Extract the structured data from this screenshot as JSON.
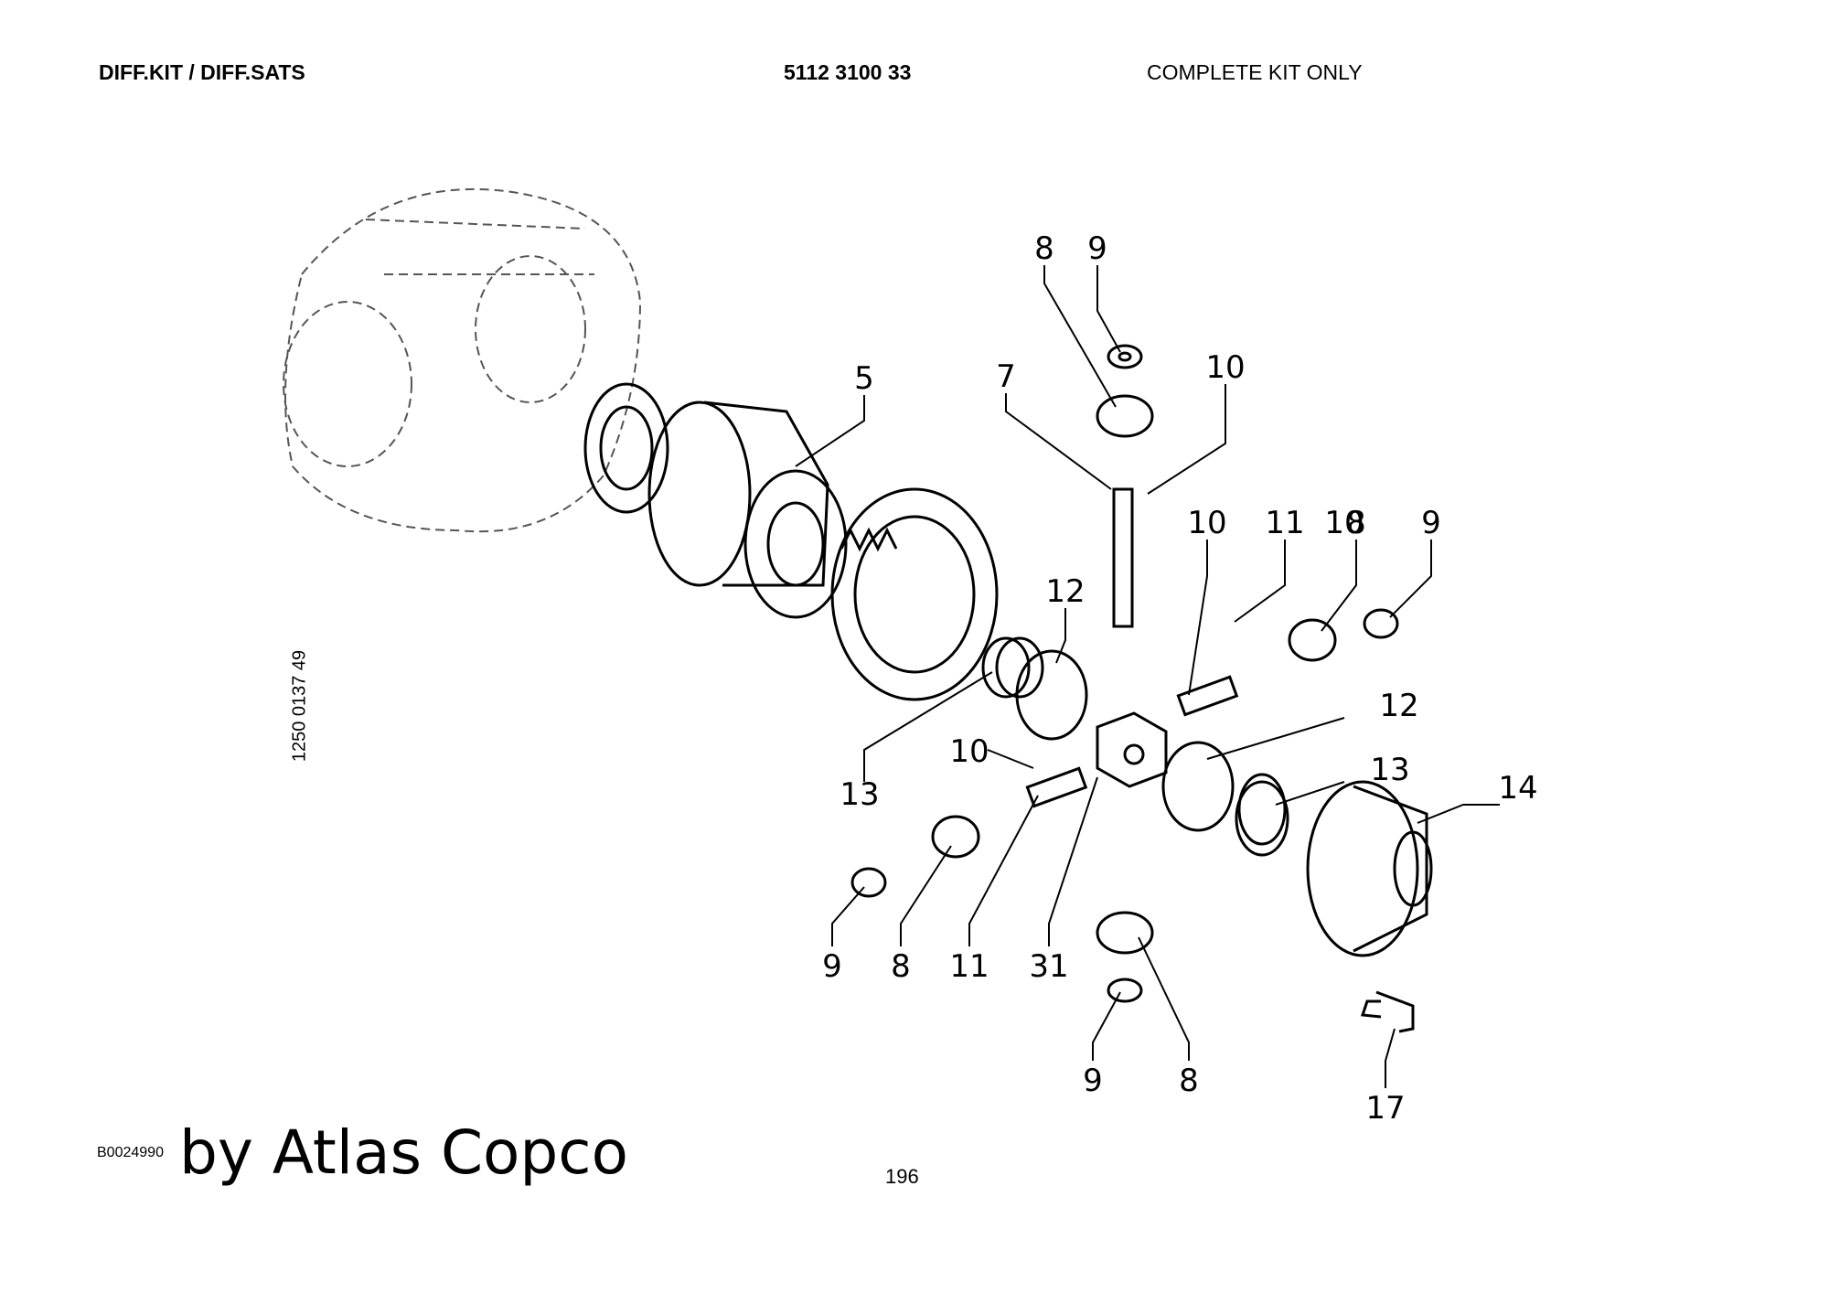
{
  "header": {
    "title": "DIFF.KIT / DIFF.SATS",
    "part_number": "5112 3100 33",
    "note": "COMPLETE KIT ONLY"
  },
  "side_code": "1250 0137 49",
  "footer": {
    "doc_code": "B0024990",
    "brand": "by Atlas Copco",
    "page_number": "196"
  },
  "diagram": {
    "callouts": [
      "5",
      "7",
      "8",
      "9",
      "10",
      "10",
      "11",
      "10",
      "8",
      "9",
      "12",
      "12",
      "13",
      "13",
      "14",
      "10",
      "9",
      "8",
      "11",
      "31",
      "9",
      "8",
      "17"
    ]
  }
}
